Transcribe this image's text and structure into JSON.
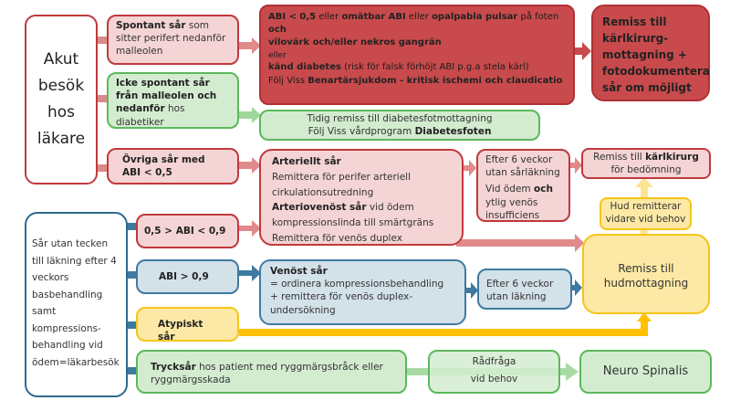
{
  "acute": {
    "title": "Akut besök hos läkare"
  },
  "nonhealing": {
    "text": "Sår utan tecken till läkning efter 4 veckors basbehandling samt kompressions-behandling vid ödem=läkarbesök"
  },
  "spontaneous": {
    "bold": "Spontant sår",
    "rest": " som sitter perifert nedanför malleolen"
  },
  "nonspontaneous": {
    "bold": "Icke spontant sår från malleolen och nedanför",
    "rest": " hos diabetiker"
  },
  "other_abi": {
    "bold": "Övriga sår med ABI < 0,5"
  },
  "critical": {
    "l1_b1": "ABI < 0,5",
    "l1_t1": " eller ",
    "l1_b2": "omätbar ABI",
    "l1_t2": " eller ",
    "l1_b3": "opalpabla pulsar",
    "l1_t3": " på foten",
    "l2": "och",
    "l3": "vilovärk och/eller nekros gangrän",
    "l4": "eller",
    "l5_b": "känd diabetes",
    "l5_t": " (risk för falsk förhöjt ABI p.g.a stela kärl)",
    "l6_t": "Följ Viss ",
    "l6_b": "Benartärsjukdom - kritisk ischemi och claudicatio"
  },
  "vascular_referral": {
    "text": "Remiss till kärlkirurg-mottagning + fotodokumentera sår om möjligt"
  },
  "diabetes_referral": {
    "l1": "Tidig remiss till diabetesfotmottagning",
    "l2_t": "Följ Viss vårdprogram ",
    "l2_b": "Diabetesfoten"
  },
  "arterial": {
    "b1": "Arteriellt sår",
    "t1": "Remittera för perifer arteriell cirkulationsutredning",
    "b2": "Arteriovenöst sår",
    "t2": " vid ödem kompressionslinda till smärtgräns",
    "t3": "Remittera för venös duplex"
  },
  "after6_arterial": {
    "l1": "Efter 6 veckor utan sårläkning",
    "l2_t": "Vid ödem ",
    "l2_b": "och",
    "l3": " ytlig venös insufficiens"
  },
  "vascular_assess": {
    "t": "Remiss till ",
    "b": "kärlkirurg",
    "t2": "för bedömning"
  },
  "derm_forward": {
    "text": "Hud remitterar vidare vid behov"
  },
  "abi_mid": {
    "text": "0,5 > ABI < 0,9"
  },
  "abi_high": {
    "text": "ABI > 0,9"
  },
  "atypical": {
    "text": "Atypiskt sår"
  },
  "venous": {
    "b": "Venöst sår",
    "l1": "= ordinera kompressionsbehandling",
    "l2": "+ remittera för venös duplex-undersökning"
  },
  "after6_venous": {
    "text": "Efter 6 veckor utan läkning"
  },
  "derm_referral": {
    "text": "Remiss till hudmottagning"
  },
  "pressure": {
    "b": "Trycksår",
    "t": " hos patient med ryggmärgsbråck eller ryggmärgsskada"
  },
  "consult": {
    "l1": "Rådfråga",
    "l2": "vid behov"
  },
  "neuro": {
    "text": "Neuro Spinalis"
  },
  "colors": {
    "red": "#c0393d",
    "dark_red": "#c94a4c",
    "green": "#5cb85c",
    "blue": "#3e7aa0",
    "yellow": "#f5c518"
  }
}
